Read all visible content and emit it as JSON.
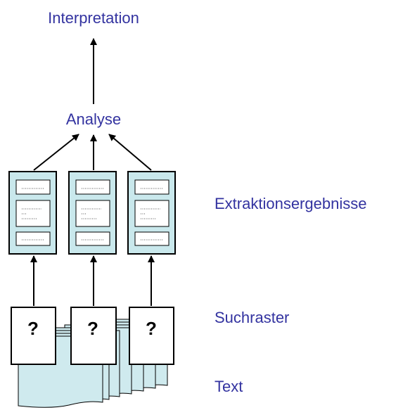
{
  "labels": {
    "interpretation": "Interpretation",
    "analyse": "Analyse",
    "extraktionsergebnisse": "Extraktionsergebnisse",
    "suchraster": "Suchraster",
    "text": "Text"
  },
  "search_grids": [
    {
      "symbol": "?"
    },
    {
      "symbol": "?"
    },
    {
      "symbol": "?"
    }
  ],
  "colors": {
    "label_text": "#3333a0",
    "card_fill": "#c9e8ec",
    "document_fill": "#cfeaee",
    "line": "#000000"
  }
}
